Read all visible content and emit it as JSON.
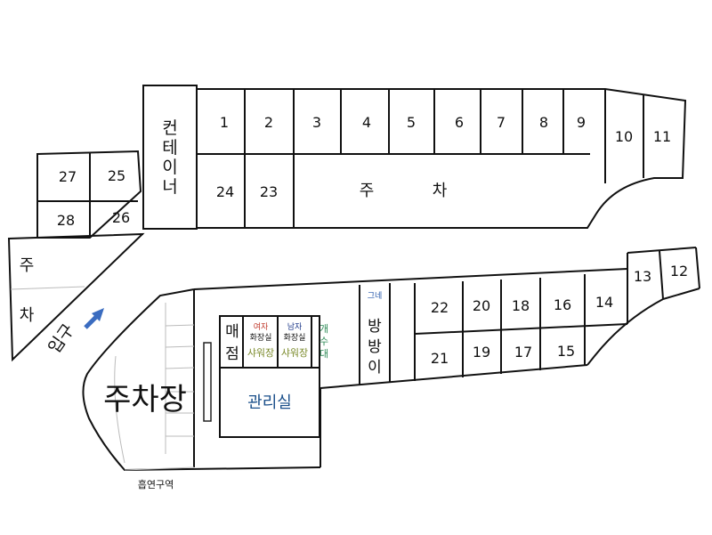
{
  "sites_top": [
    "1",
    "2",
    "3",
    "4",
    "5",
    "6",
    "7",
    "8",
    "9",
    "10",
    "11"
  ],
  "sites_top_lower": [
    "24",
    "23"
  ],
  "parking_top": [
    "주",
    "차"
  ],
  "container": [
    "컨",
    "테",
    "이",
    "너"
  ],
  "sites_left": [
    "27",
    "25",
    "28",
    "26"
  ],
  "left_parking": [
    "주",
    "차"
  ],
  "entrance": "입구",
  "sites_bottom_upper": [
    "22",
    "20",
    "18",
    "16",
    "14",
    "13",
    "12"
  ],
  "sites_bottom_lower": [
    "21",
    "19",
    "17",
    "15"
  ],
  "shop": [
    "매",
    "점"
  ],
  "women": {
    "label": "여자",
    "restroom": "화장실",
    "shower": "샤워장"
  },
  "men": {
    "label": "남자",
    "restroom": "화장실",
    "shower": "샤워장"
  },
  "sink": [
    "개",
    "수",
    "대"
  ],
  "swing": "그네",
  "trampoline": [
    "방",
    "방",
    "이"
  ],
  "office": "관리실",
  "parking_lot": "주차장",
  "smoking": "흡연구역",
  "colors": {
    "women": "#c0392b",
    "men": "#1f3a8a",
    "shower": "#7a8a2a",
    "sink": "#2e8b57",
    "office": "#1a4f8a",
    "swing": "#2255aa",
    "arrow": "#3a6cc0"
  }
}
